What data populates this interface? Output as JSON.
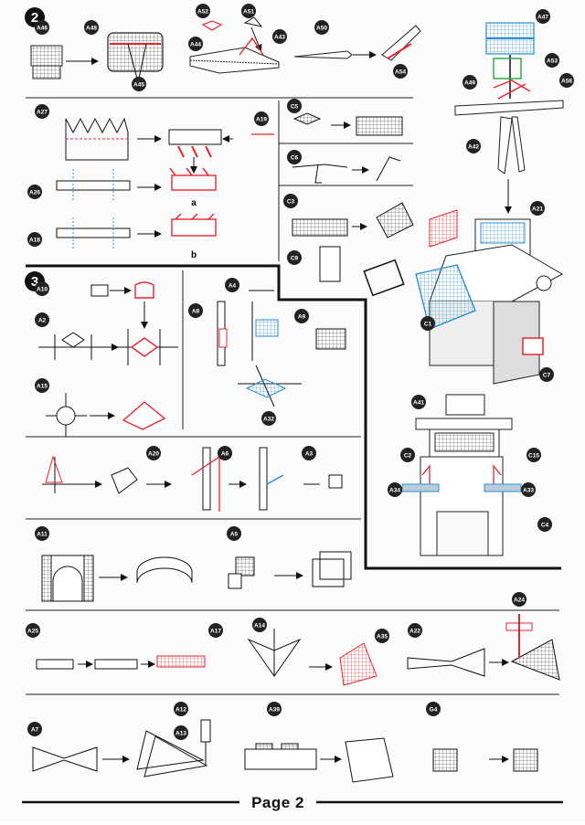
{
  "page": {
    "footer": "Page 2"
  },
  "steps": {
    "s2": "2",
    "s3": "3"
  },
  "labels": {
    "A46": "A46",
    "A48": "A48",
    "A45": "A45",
    "A52": "A52",
    "A51": "A51",
    "A44": "A44",
    "A43": "A43",
    "A50": "A50",
    "A54": "A54",
    "A47": "A47",
    "A53": "A53",
    "A49": "A49",
    "A58": "A58",
    "A42": "A42",
    "A27": "A27",
    "A19": "A19",
    "A26": "A26",
    "A18": "A18",
    "C5": "C5",
    "C6": "C6",
    "C3": "C3",
    "C9": "C9",
    "A21": "A21",
    "C1": "C1",
    "C7": "C7",
    "A10": "A10",
    "A2": "A2",
    "A15": "A15",
    "A4": "A4",
    "A8": "A8",
    "A9": "A9",
    "A32": "A32",
    "A41": "A41",
    "C2": "C2",
    "C15": "C15",
    "A34": "A34",
    "A33": "A33",
    "C4": "C4",
    "A20": "A20",
    "A6": "A6",
    "A3": "A3",
    "A11": "A11",
    "A5": "A5",
    "A24": "A24",
    "A25": "A25",
    "A17": "A17",
    "A14": "A14",
    "A35": "A35",
    "A22": "A22",
    "A7": "A7",
    "A12": "A12",
    "A13": "A13",
    "A39": "A39",
    "G4": "G4"
  },
  "sublabels": {
    "a": "a",
    "b": "b"
  },
  "colors": {
    "ink": "#1a1a1a",
    "accent": "#e8262f",
    "blue": "#2a8fd6",
    "grey": "#8a8a8a",
    "badge": "#222"
  }
}
